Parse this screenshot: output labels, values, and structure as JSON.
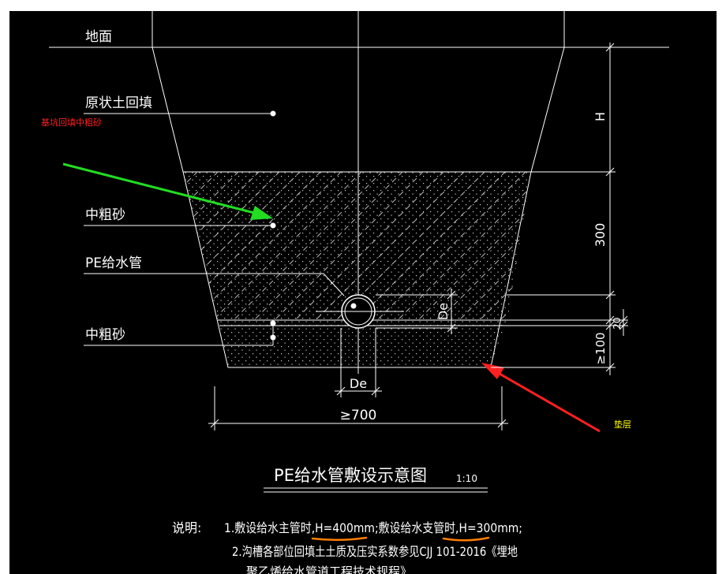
{
  "labels": {
    "ground": "地面",
    "original_backfill": "原状土回填",
    "pit_backfill_note": "基坑回填中粗砂",
    "sand_upper": "中粗砂",
    "pe_pipe": "PE给水管",
    "sand_lower": "中粗砂",
    "cushion_note": "垫层"
  },
  "dimensions": {
    "h": "H",
    "d300": "300",
    "de_vertical": "De",
    "d20": "20",
    "d100": "≥100",
    "de_horizontal": "De",
    "d700": "≥700"
  },
  "title": {
    "main": "PE给水管敷设示意图",
    "scale": "1:10"
  },
  "notes": {
    "label": "说明:",
    "line1_prefix": "1.敷设给水主管时,",
    "line1_h_main": "H=400",
    "line1_mid": "mm;敷设给水支管时,",
    "line1_h_branch": "H=300",
    "line1_end": "mm;",
    "line2": "2.沟槽各部位回填土土质及压实系数参见CJJ 101-2016《埋地",
    "line3": "聚乙烯给水管道工程技术规程》"
  },
  "colors": {
    "background": "#000000",
    "line": "#ffffff",
    "annotation_red": "#ff2020",
    "annotation_green": "#22dd22",
    "annotation_yellow": "#ffff00",
    "underline_orange": "#ff7f00"
  }
}
